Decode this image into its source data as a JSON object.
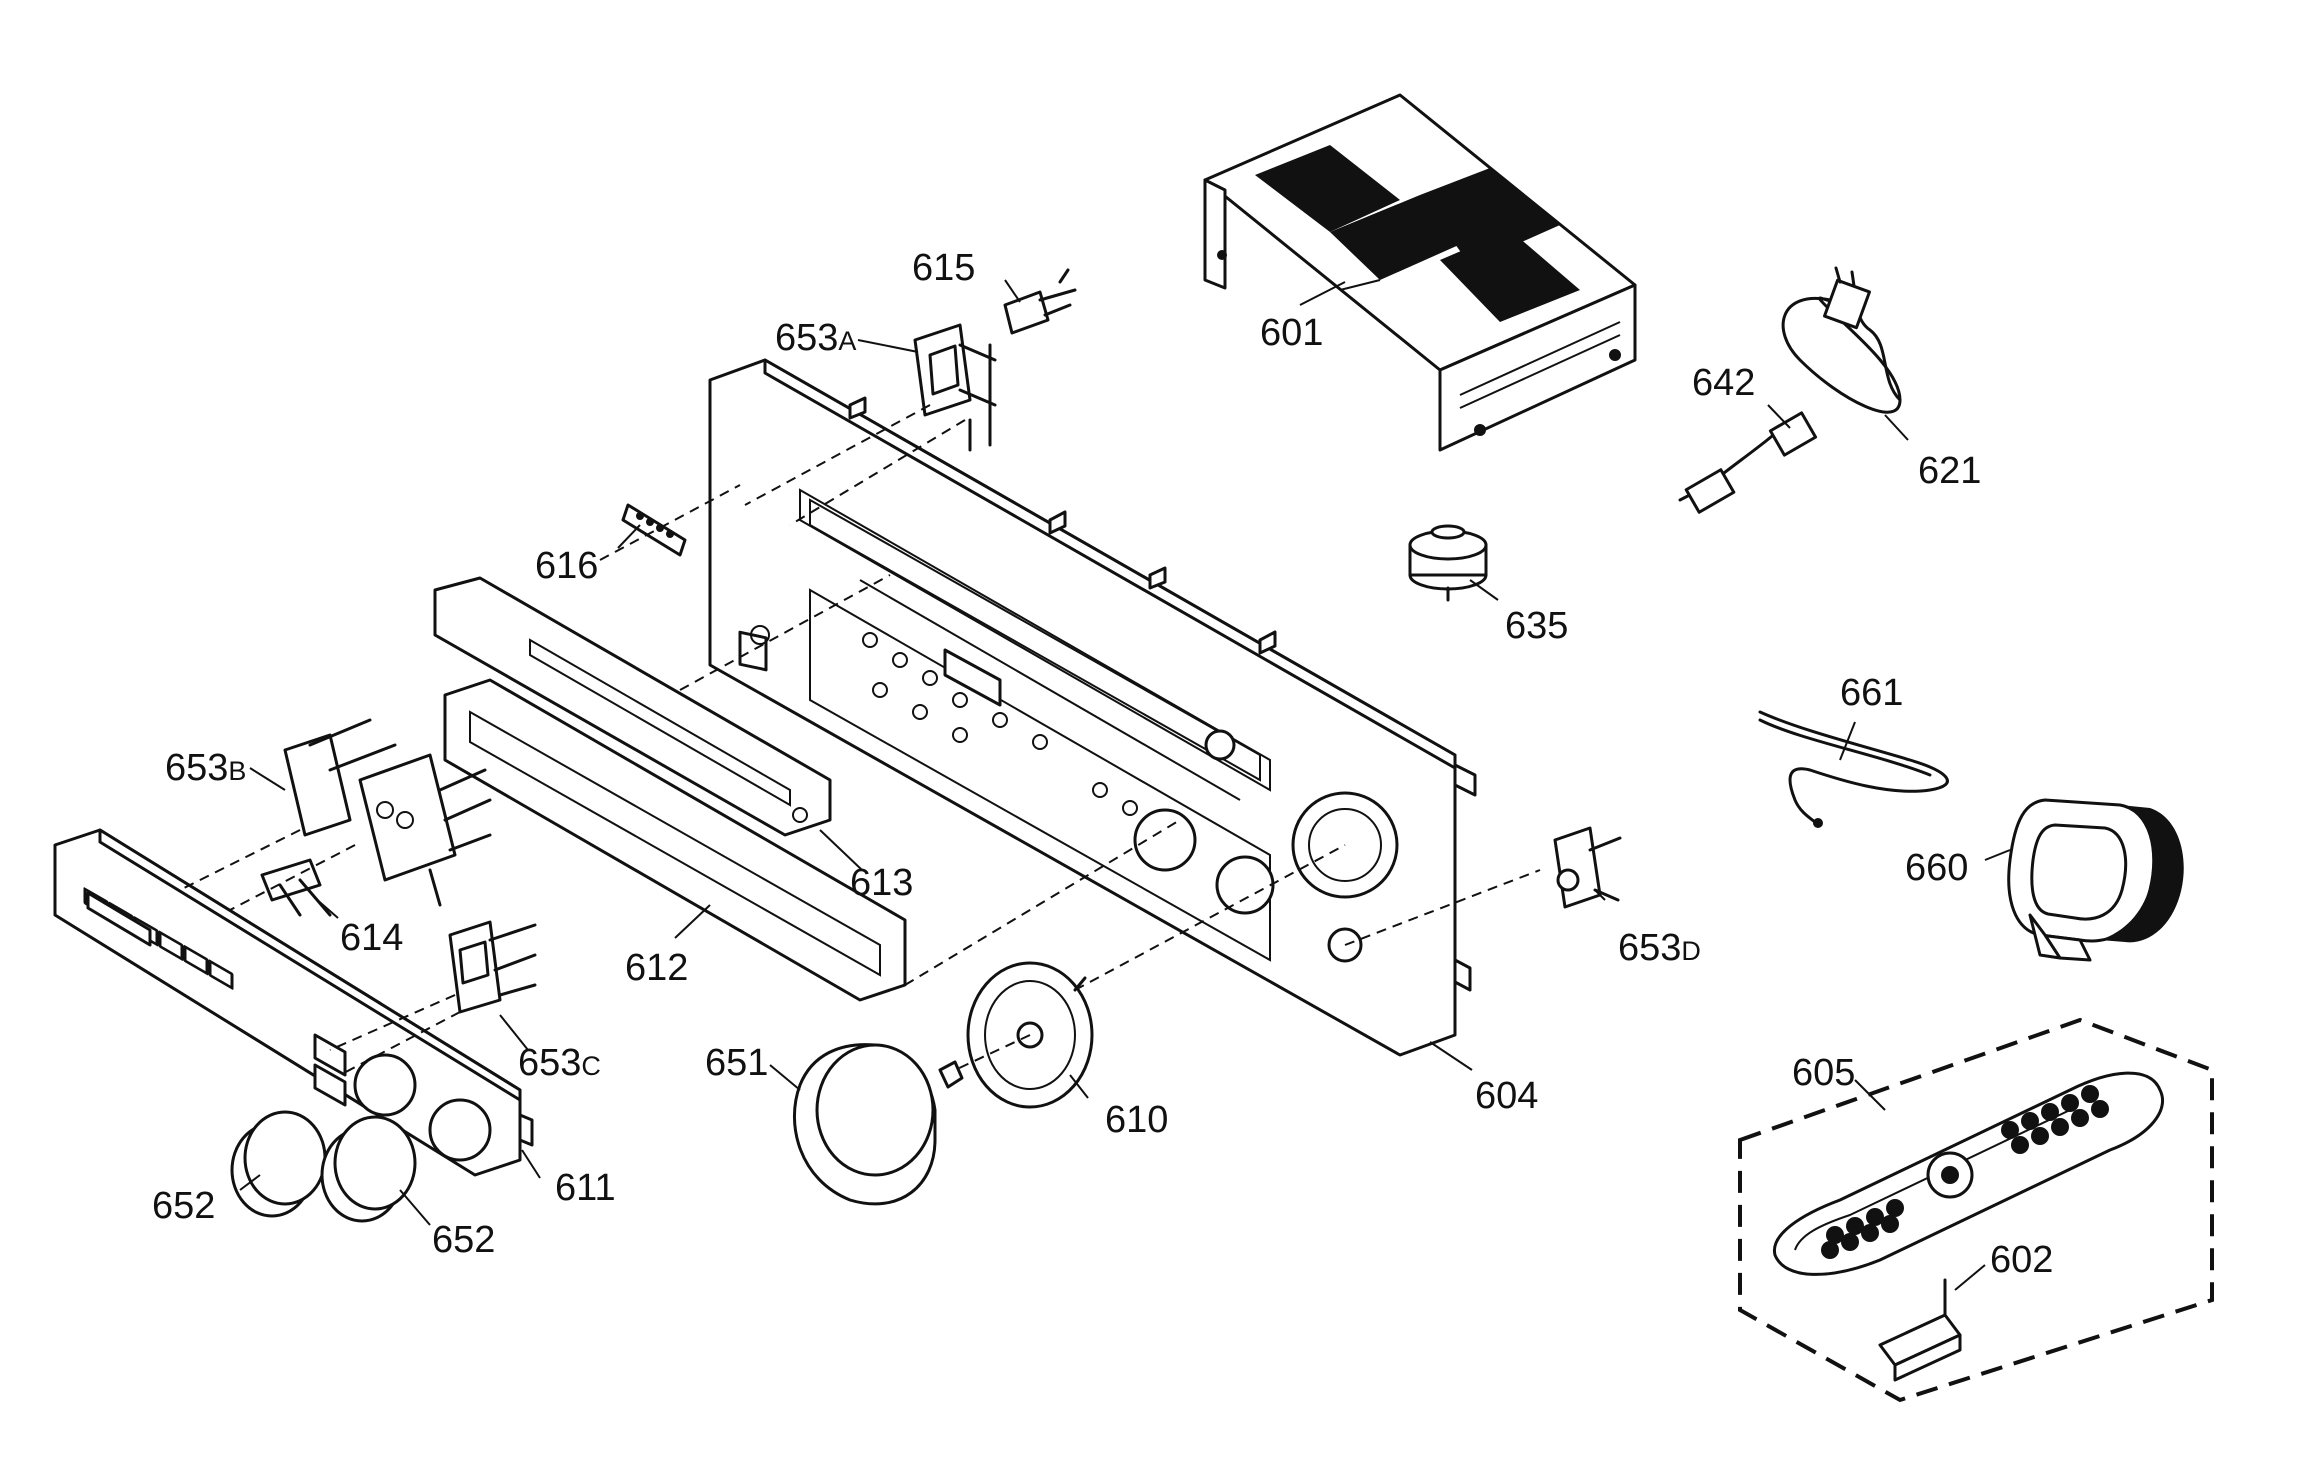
{
  "labels": {
    "p601": "601",
    "p602": "602",
    "p604": "604",
    "p605": "605",
    "p610": "610",
    "p611": "611",
    "p612": "612",
    "p613": "613",
    "p614": "614",
    "p615": "615",
    "p616": "616",
    "p621": "621",
    "p635": "635",
    "p642": "642",
    "p651": "651",
    "p652a": "652",
    "p652b": "652",
    "p653a": "653",
    "p653a_suffix": "A",
    "p653b": "653",
    "p653b_suffix": "B",
    "p653c": "653",
    "p653c_suffix": "C",
    "p653d": "653",
    "p653d_suffix": "D",
    "p660": "660",
    "p661": "661"
  }
}
